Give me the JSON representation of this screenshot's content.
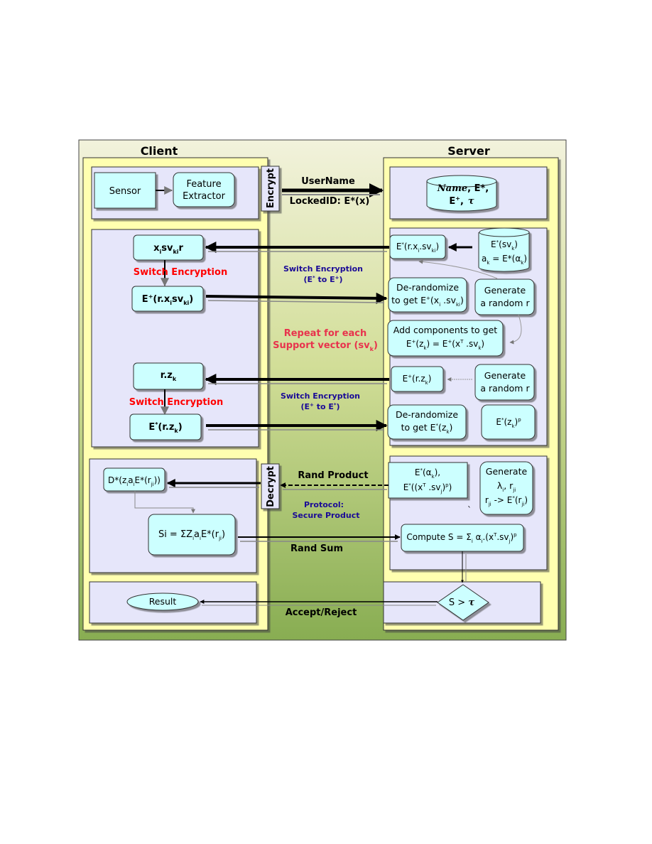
{
  "client": {
    "title": "Client"
  },
  "server": {
    "title": "Server"
  },
  "client_panel1": {
    "sensor": "Sensor",
    "feature_1": "Feature",
    "feature_2": "Extractor"
  },
  "encrypt_label": "Encrypt",
  "decrypt_label": "Decrypt",
  "msg_login": {
    "line1": "UserName",
    "line2": "LockedID: E*(x)"
  },
  "db": {
    "name": "Name",
    "rest1": ", E*,",
    "rest2a": "E",
    "rest2b": "+",
    "rest2c": ",",
    "tau": "τ"
  },
  "client_panel2": {
    "xsv": {
      "a": "x",
      "b": "i",
      "c": "sv",
      "d": "ki",
      "e": "r"
    },
    "switch1": "Switch Encryption",
    "exsv": {
      "a": "E",
      "b": "+",
      "c": "(r.x",
      "d": "i",
      "e": "sv",
      "f": "ki",
      "g": ")"
    },
    "rz": {
      "a": "r.z",
      "b": "k"
    },
    "switch2": "Switch Encryption",
    "erz": {
      "a": "E",
      "b": "*",
      "c": "(r.z",
      "d": "k",
      "e": ")"
    }
  },
  "middle": {
    "switch1_line1": "Switch Encryption",
    "switch1_line2": {
      "a": "(E",
      "b": "*",
      "c": " to E",
      "d": "+",
      "e": ")"
    },
    "repeat_line1": "Repeat for each",
    "repeat_line2": {
      "a": "Support vector (sv",
      "b": "k",
      "c": ")"
    },
    "switch2_line1": "Switch Encryption",
    "switch2_line2": {
      "a": "(E",
      "b": "+",
      "c": " to E",
      "d": "*",
      "e": ")"
    },
    "rand_product": "Rand Product",
    "protocol_line1": "Protocol:",
    "protocol_line2": "Secure Product",
    "rand_sum": "Rand Sum",
    "accept_reject": "Accept/Reject"
  },
  "server_panel2": {
    "erx": {
      "a": "E",
      "b": "*",
      "c": "(r.x",
      "d": "i",
      "e": ".sv",
      "f": "ki",
      "g": ")"
    },
    "esv_line1": {
      "a": "E",
      "b": "*",
      "c": "(sv",
      "d": "k",
      "e": ")"
    },
    "esv_line2": {
      "a": "a",
      "b": "k",
      "c": " = E*(α",
      "d": "k",
      "e": ")"
    },
    "derand1_line1": "De-randomize",
    "derand1_line2": {
      "a": "to get E",
      "b": "+",
      "c": "(x",
      "d": "i",
      "e": " .sv",
      "f": "ki",
      "g": ")"
    },
    "gen1_line1": "Generate",
    "gen1_line2": "a random r",
    "add_line1": "Add components to get",
    "add_line2": {
      "a": "E",
      "b": "+",
      "c": "(z",
      "d": "k",
      "e": ") = E",
      "f": "+",
      "g": "(x",
      "h": "T",
      "i": " .sv",
      "j": "k",
      "k": ")"
    },
    "erz": {
      "a": "E",
      "b": "+",
      "c": "(r.z",
      "d": "k",
      "e": ")"
    },
    "gen2_line1": "Generate",
    "gen2_line2": "a random r",
    "derand2_line1": "De-randomize",
    "derand2_line2": {
      "a": "to get E",
      "b": "*",
      "c": "(z",
      "d": "k",
      "e": ")"
    },
    "ezp": {
      "a": "E",
      "b": "*",
      "c": "(z",
      "d": "k",
      "e": ")",
      "f": "p"
    }
  },
  "server_panel3": {
    "ea_line1": {
      "a": "E",
      "b": "*",
      "c": "(α",
      "d": "k",
      "e": "),",
      "f": ""
    },
    "ea_line2": {
      "a": "E",
      "b": "*",
      "c": "((x",
      "d": "T",
      "e": " .sv",
      "f": "j",
      "g": ")",
      "h": "p",
      "i": ")"
    },
    "gen3_line1": "Generate",
    "gen3_line2": {
      "a": "λ",
      "b": "i",
      "c": ", r",
      "d": "ji"
    },
    "gen3_line3": {
      "a": "r",
      "b": "ji",
      "c": " -> E",
      "d": "*",
      "e": "(r",
      "f": "ji",
      "g": ")"
    },
    "backtick": "`",
    "compute": {
      "a": "Compute S = Σ",
      "b": "i",
      "c": " α",
      "d": "i",
      "e": ".(x",
      "f": "T",
      "g": ".sv",
      "h": "j",
      "i": ")",
      "j": "p"
    }
  },
  "client_panel3": {
    "d": {
      "a": "D*(z",
      "b": "i",
      "c": "a",
      "d": "i",
      "e": "E*(r",
      "f": "ji",
      "g": "))"
    },
    "si": {
      "a": "Si = ΣZ",
      "b": "i",
      "c": "a",
      "d": "i",
      "e": "E*(r",
      "f": "ji",
      "g": ")"
    }
  },
  "result": "Result",
  "decision": {
    "a": "S > ",
    "b": "τ"
  },
  "colors": {
    "panel_fill": "#e6e6fa",
    "lane_fill": "#ffffb0",
    "node_fill": "#ccffff",
    "bg_top": "#eeeed0",
    "bg_bottom": "#8eb055",
    "red": "#ff0000",
    "purple": "#1a0a96",
    "pink": "#e8334d"
  }
}
